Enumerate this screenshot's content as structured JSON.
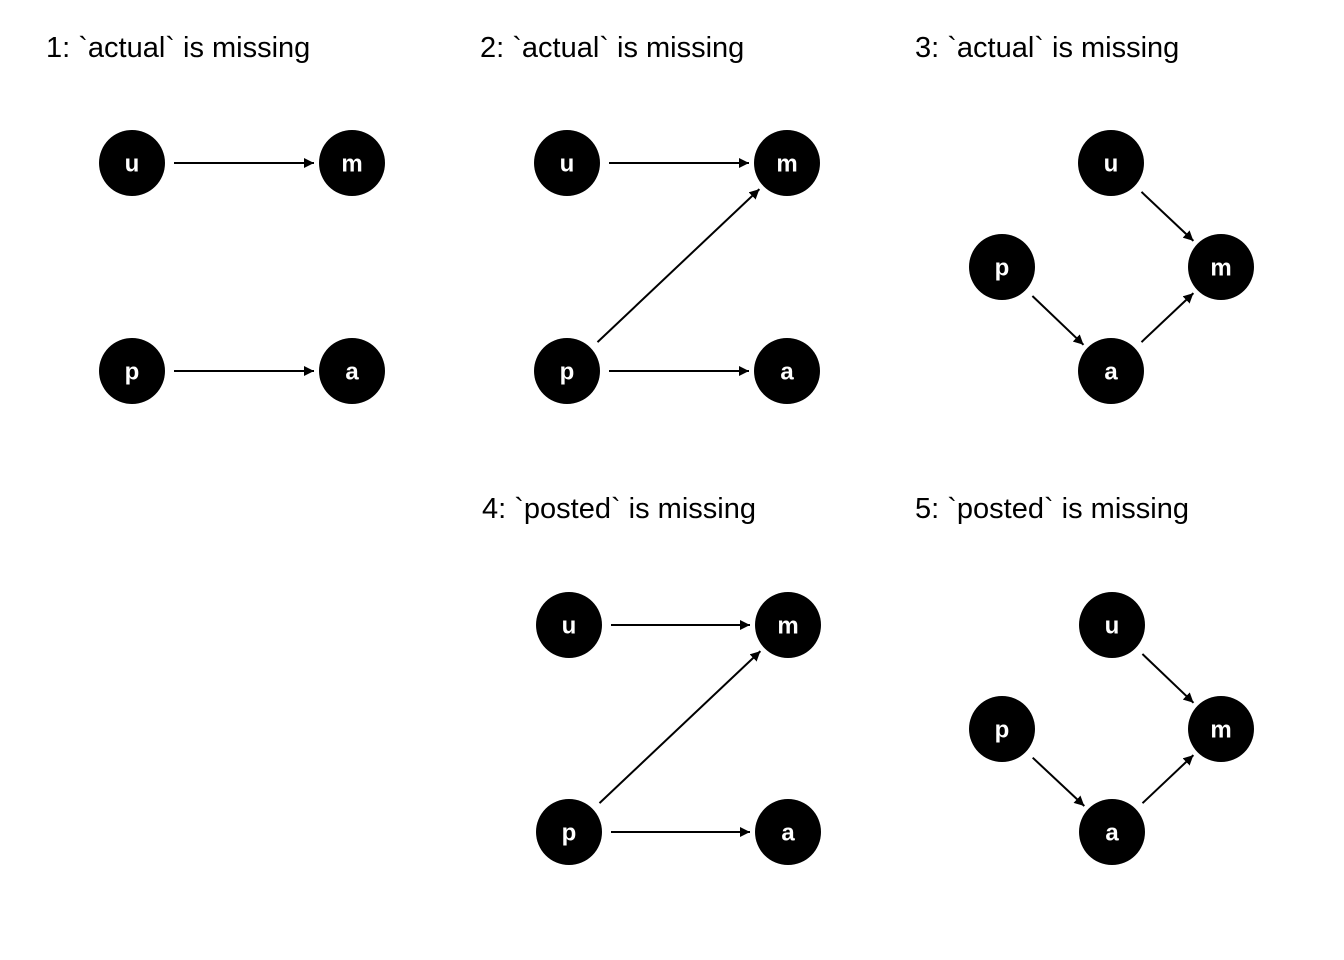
{
  "panels": [
    {
      "title": "1: `actual` is missing",
      "nodes": [
        {
          "id": "u",
          "label": "u"
        },
        {
          "id": "m",
          "label": "m"
        },
        {
          "id": "p",
          "label": "p"
        },
        {
          "id": "a",
          "label": "a"
        }
      ],
      "edges": [
        {
          "from": "u",
          "to": "m"
        },
        {
          "from": "p",
          "to": "a"
        }
      ]
    },
    {
      "title": "2: `actual` is missing",
      "nodes": [
        {
          "id": "u",
          "label": "u"
        },
        {
          "id": "m",
          "label": "m"
        },
        {
          "id": "p",
          "label": "p"
        },
        {
          "id": "a",
          "label": "a"
        }
      ],
      "edges": [
        {
          "from": "u",
          "to": "m"
        },
        {
          "from": "p",
          "to": "m"
        },
        {
          "from": "p",
          "to": "a"
        }
      ]
    },
    {
      "title": "3: `actual` is missing",
      "nodes": [
        {
          "id": "u",
          "label": "u"
        },
        {
          "id": "p",
          "label": "p"
        },
        {
          "id": "m",
          "label": "m"
        },
        {
          "id": "a",
          "label": "a"
        }
      ],
      "edges": [
        {
          "from": "u",
          "to": "m"
        },
        {
          "from": "p",
          "to": "a"
        },
        {
          "from": "a",
          "to": "m"
        }
      ]
    },
    {
      "title": "4: `posted` is missing",
      "nodes": [
        {
          "id": "u",
          "label": "u"
        },
        {
          "id": "m",
          "label": "m"
        },
        {
          "id": "p",
          "label": "p"
        },
        {
          "id": "a",
          "label": "a"
        }
      ],
      "edges": [
        {
          "from": "u",
          "to": "m"
        },
        {
          "from": "p",
          "to": "m"
        },
        {
          "from": "p",
          "to": "a"
        }
      ]
    },
    {
      "title": "5: `posted` is missing",
      "nodes": [
        {
          "id": "u",
          "label": "u"
        },
        {
          "id": "p",
          "label": "p"
        },
        {
          "id": "m",
          "label": "m"
        },
        {
          "id": "a",
          "label": "a"
        }
      ],
      "edges": [
        {
          "from": "u",
          "to": "m"
        },
        {
          "from": "p",
          "to": "a"
        },
        {
          "from": "a",
          "to": "m"
        }
      ]
    }
  ],
  "colors": {
    "node_fill": "#000000",
    "node_text": "#ffffff",
    "edge": "#000000",
    "title_text": "#000000"
  }
}
